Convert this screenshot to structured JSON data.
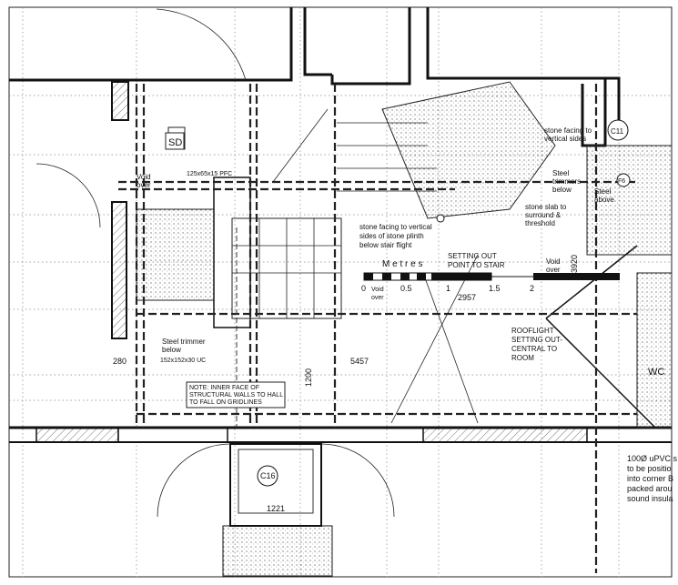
{
  "labels": {
    "sd": "SD",
    "void_over_left": [
      "Void",
      "over"
    ],
    "pfc": "125x65x15 PFC",
    "stone_facing_plinth": [
      "stone facing to vertical",
      "sides of stone plinth",
      "below stair flight"
    ],
    "metres": "M e t r e s",
    "scale_ticks": [
      "0",
      "0.5",
      "1",
      "1.5",
      "2"
    ],
    "void_over_scale": [
      "Void",
      "over"
    ],
    "setting_out": [
      "SETTING OUT",
      "POINT TO STAIR"
    ],
    "dim_2957": "2957",
    "dim_3920": "3920",
    "void_over_right": [
      "Void",
      "over"
    ],
    "rooflight": [
      "ROOFLIGHT",
      "SETTING OUT-",
      "CENTRAL TO",
      "ROOM"
    ],
    "dim_5457": "5457",
    "dim_1200": "1200",
    "dim_280": "280",
    "steel_trimmer": [
      "Steel trimmer",
      "below"
    ],
    "uc": "152x152x30 UC",
    "note": [
      "NOTE: INNER FACE OF",
      "STRUCTURAL WALLS TO HALL",
      "TO FALL ON GRIDLINES"
    ],
    "c16": "C16",
    "dim_1221": "1221",
    "stone_facing_vertical": [
      "stone facing to",
      "vertical sides"
    ],
    "steel_trimmers_below": [
      "Steel",
      "trimmers",
      "below"
    ],
    "stone_slab": [
      "stone slab to",
      "surround &",
      "threshold"
    ],
    "steel_above": [
      "Steel",
      "above"
    ],
    "f6": "F6",
    "c11": "C11",
    "wc": "WC",
    "upvc_note": [
      "100Ø uPVC s",
      "to be positio",
      "into corner B",
      "packed arou",
      "sound insula"
    ]
  }
}
